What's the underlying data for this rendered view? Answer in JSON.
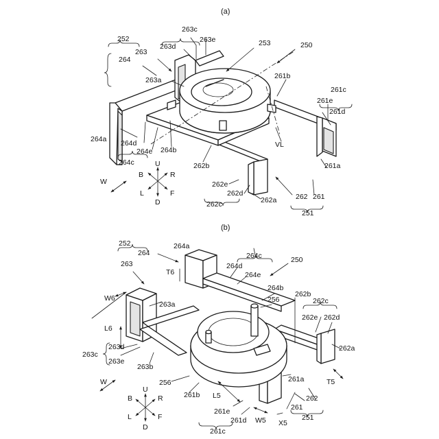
{
  "figure_a": {
    "caption": "(a)",
    "labels": {
      "l263c": "263c",
      "l263e": "263e",
      "l253": "253",
      "l252": "252",
      "l263d": "263d",
      "l250": "250",
      "l263": "263",
      "l264": "264",
      "l261b": "261b",
      "l263a": "263a",
      "l261c": "261c",
      "l261e": "261e",
      "l261d": "261d",
      "l264a": "264a",
      "l264d": "264d",
      "l264e": "264e",
      "l264b": "264b",
      "l264c": "264c",
      "lVL": "VL",
      "l262b": "262b",
      "l261a": "261a",
      "l262e": "262e",
      "l262d": "262d",
      "l262c": "262c",
      "l262a": "262a",
      "l262": "262",
      "l261": "261",
      "l251": "251"
    },
    "axes": {
      "U": "U",
      "D": "D",
      "B": "B",
      "F": "F",
      "L": "L",
      "R": "R",
      "W": "W"
    }
  },
  "figure_b": {
    "caption": "(b)",
    "labels": {
      "l252": "252",
      "l264a": "264a",
      "l264": "264",
      "l263": "263",
      "l264c": "264c",
      "l264d": "264d",
      "l250": "250",
      "lT6": "T6",
      "l264e": "264e",
      "l264b": "264b",
      "lW6": "W6",
      "l263a": "263a",
      "l256a": "256",
      "l262b": "262b",
      "l262c": "262c",
      "l262e": "262e",
      "l262d": "262d",
      "lL6": "L6",
      "l262a": "262a",
      "l263d": "263d",
      "l263c": "263c",
      "l263e": "263e",
      "l263b": "263b",
      "l261a": "261a",
      "lT5": "T5",
      "l256b": "256",
      "l261b": "261b",
      "lL5": "L5",
      "l262": "262",
      "l261": "261",
      "l261e": "261e",
      "l261d": "261d",
      "lW5": "W5",
      "lX5": "X5",
      "l251": "251",
      "l261c": "261c"
    },
    "axes": {
      "U": "U",
      "D": "D",
      "B": "B",
      "F": "F",
      "L": "L",
      "R": "R",
      "W": "W"
    }
  }
}
